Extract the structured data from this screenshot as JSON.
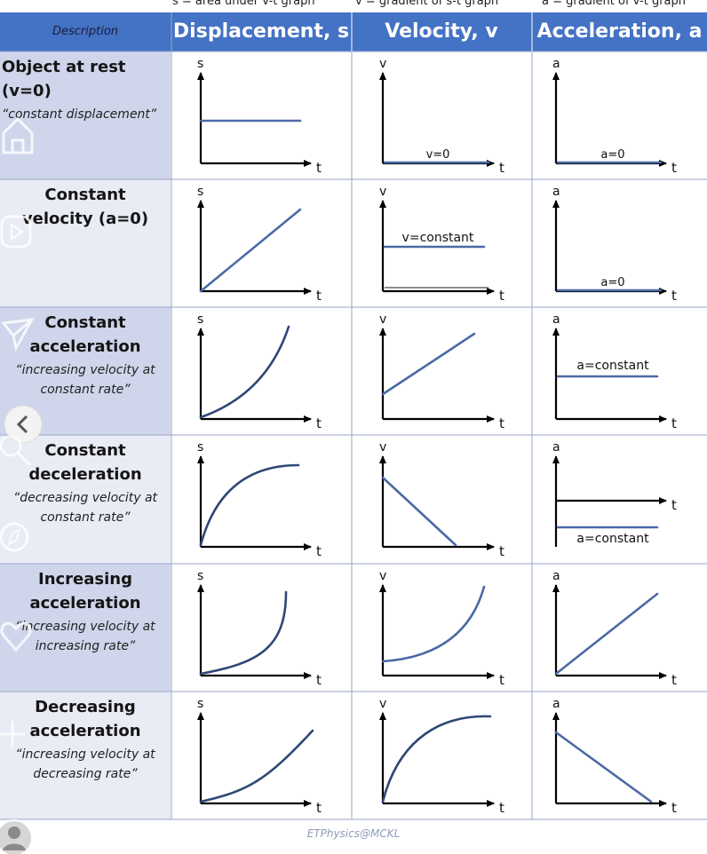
{
  "top_notes": [
    "s = area under v-t graph",
    "v = gradient of s-t graph",
    "a = gradient of v-t graph"
  ],
  "headers": {
    "description": "Description",
    "displacement": "Displacement, s",
    "velocity": "Velocity, v",
    "acceleration": "Acceleration, a"
  },
  "axis_labels": {
    "s": "s",
    "v": "v",
    "a": "a",
    "t": "t"
  },
  "rows": [
    {
      "title": "Object at rest (v=0)",
      "subtitle": "“constant displacement”",
      "v_label": "v=0",
      "a_label": "a=0"
    },
    {
      "title": "Constant velocity (a=0)",
      "subtitle": "",
      "v_label": "v=constant",
      "a_label": "a=0"
    },
    {
      "title": "Constant acceleration",
      "subtitle": "“increasing velocity at constant rate”",
      "v_label": "",
      "a_label": "a=constant"
    },
    {
      "title": "Constant deceleration",
      "subtitle": "“decreasing velocity at constant rate”",
      "v_label": "",
      "a_label": "a=constant"
    },
    {
      "title": "Increasing acceleration",
      "subtitle": "“increasing velocity at increasing rate”",
      "v_label": "",
      "a_label": ""
    },
    {
      "title": "Decreasing acceleration",
      "subtitle": "“increasing velocity at decreasing rate”",
      "v_label": "",
      "a_label": ""
    }
  ],
  "footer": "ETPhysics@MCKL",
  "colors": {
    "header_bg": "#4472c4",
    "desc_bg_dark": "#cfd5ea",
    "desc_bg_light": "#e9ebf5",
    "curve": "#4a6aa5",
    "curve_dark": "#2f4775",
    "border": "#9aa6c8",
    "axis": "#000000"
  },
  "icons": [
    "home-icon",
    "play-icon",
    "send-icon",
    "chevron-left-icon",
    "search-icon",
    "compass-icon",
    "heart-icon",
    "plus-icon",
    "avatar-icon"
  ]
}
